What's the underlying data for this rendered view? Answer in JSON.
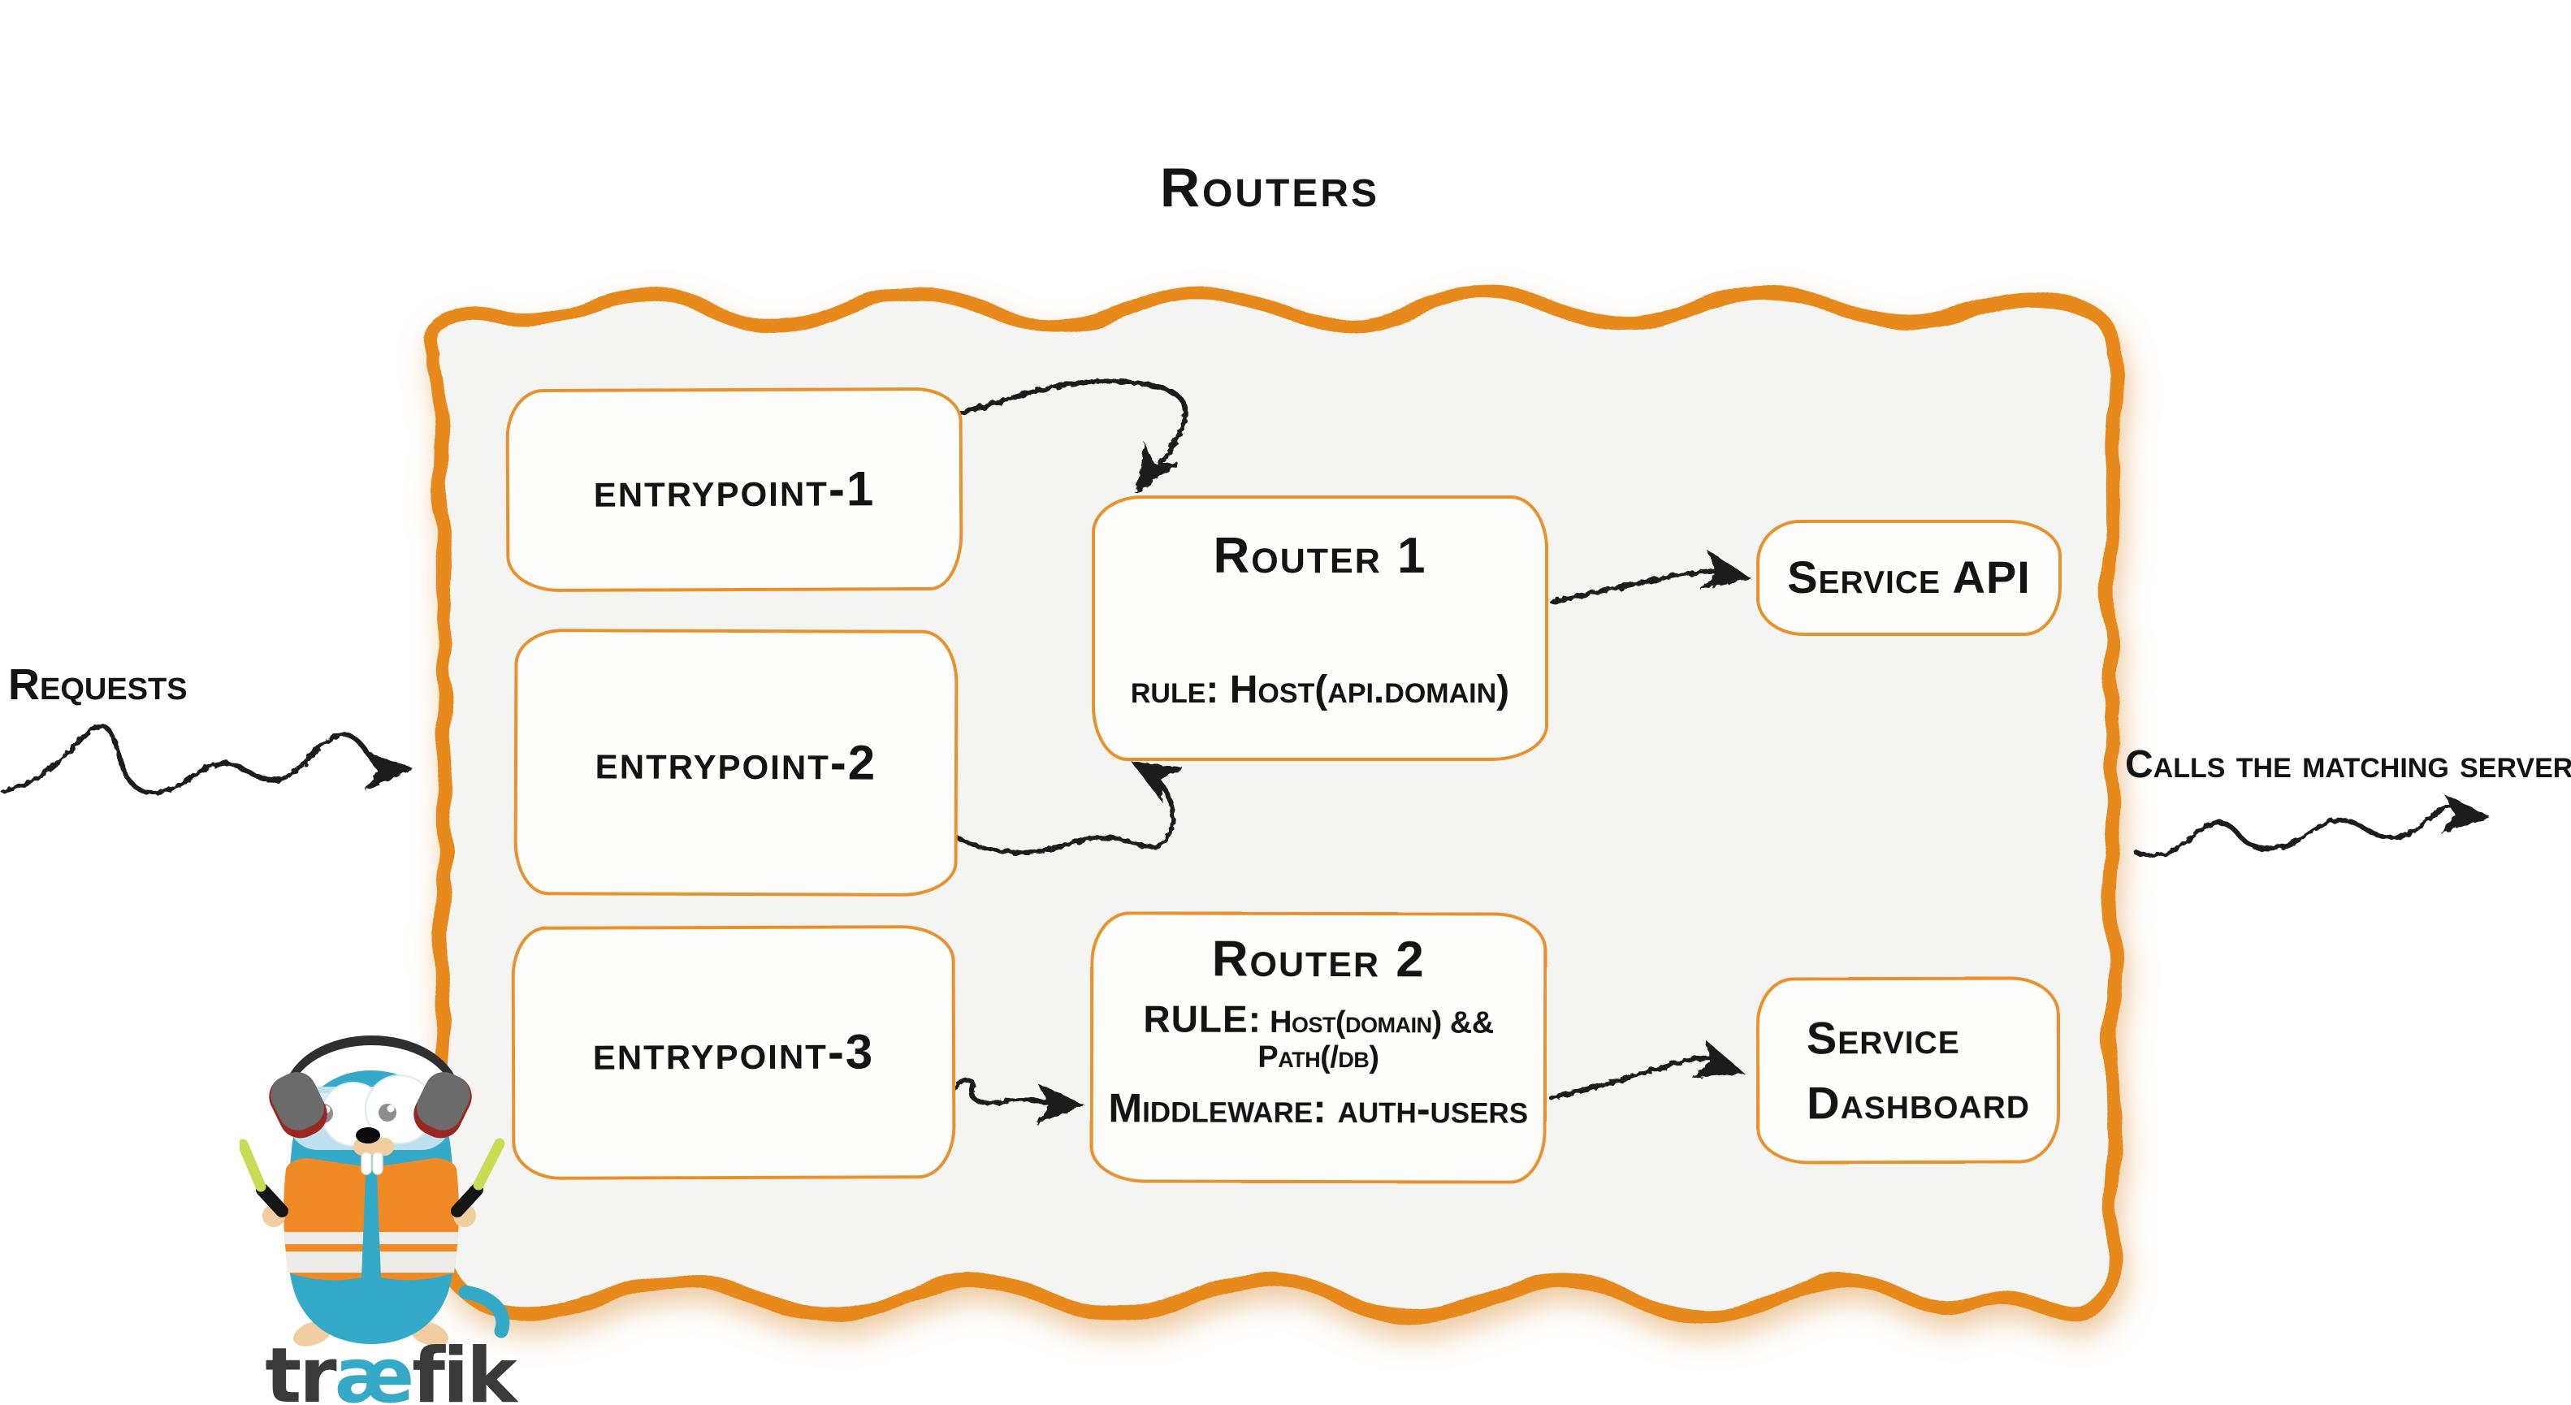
{
  "page": {
    "title": "Routers"
  },
  "flow": {
    "requests_label": "Requests",
    "calls_label": "Calls the matching server"
  },
  "entrypoints": [
    {
      "label": "entrypoint-1"
    },
    {
      "label": "entrypoint-2"
    },
    {
      "label": "entrypoint-3"
    }
  ],
  "routers": [
    {
      "title": "Router 1",
      "rule": "rule: Host(api.domain)"
    },
    {
      "title": "Router 2",
      "rule_label": "RULE:",
      "rule_value": "Host(domain) && Path(/db)",
      "middleware": "Middleware: auth-users"
    }
  ],
  "services": [
    {
      "label": "Service API"
    },
    {
      "label": "Service Dashboard"
    }
  ],
  "logo": {
    "name": "traefik-gopher",
    "text_part1": "tr",
    "text_ae": "æ",
    "text_part2": "fik"
  },
  "colors": {
    "container_border": "#E8891F",
    "container_fill": "#F4F4F2",
    "box_border": "#E8922F",
    "ink": "#141414",
    "traefik_blue": "#35A9C8",
    "vest_orange": "#F08A24",
    "stick_green": "#C8DD55"
  }
}
